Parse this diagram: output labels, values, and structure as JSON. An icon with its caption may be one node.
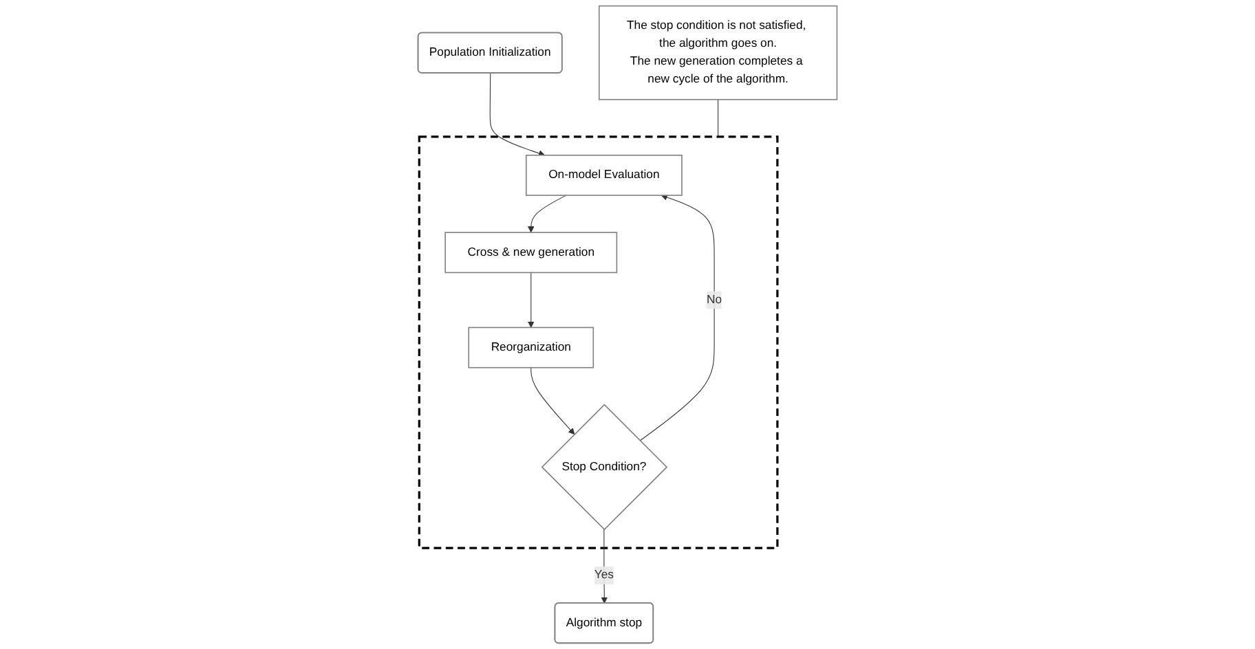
{
  "diagram": {
    "nodes": [
      {
        "text": [
          "Population Initialization"
        ]
      },
      {
        "text": [],
        "shape": "box"
      },
      {
        "text": [
          "On-model Evaluation"
        ],
        "in": 1
      },
      {
        "text": [
          "Cross & new generation"
        ],
        "in": 1
      },
      {
        "text": [
          "Reorganization"
        ],
        "in": 1
      },
      {
        "text": [
          "Stop Condition?"
        ],
        "in": 1
      },
      {
        "text": [
          "Algorithm stop"
        ]
      },
      {
        "text": [
          "The stop condition is not satisfied, the algorithm goes on.",
          "The new generation completes a new cycle of the algorithm."
        ]
      }
    ],
    "edges": [
      {
        "from": 0,
        "to": 2,
        "arrow": "to"
      },
      {
        "from": 2,
        "to": 3,
        "arrow": "to"
      },
      {
        "from": 3,
        "to": 4,
        "arrow": "to"
      },
      {
        "from": 4,
        "to": 5,
        "arrow": "to"
      },
      {
        "from": 5,
        "to": 2,
        "arrow": "to",
        "label": "No"
      },
      {
        "from": 5,
        "to": 6,
        "arrow": "to",
        "label": "Yes"
      },
      {
        "from": 7,
        "to": 1,
        "arrow": "none"
      }
    ]
  }
}
